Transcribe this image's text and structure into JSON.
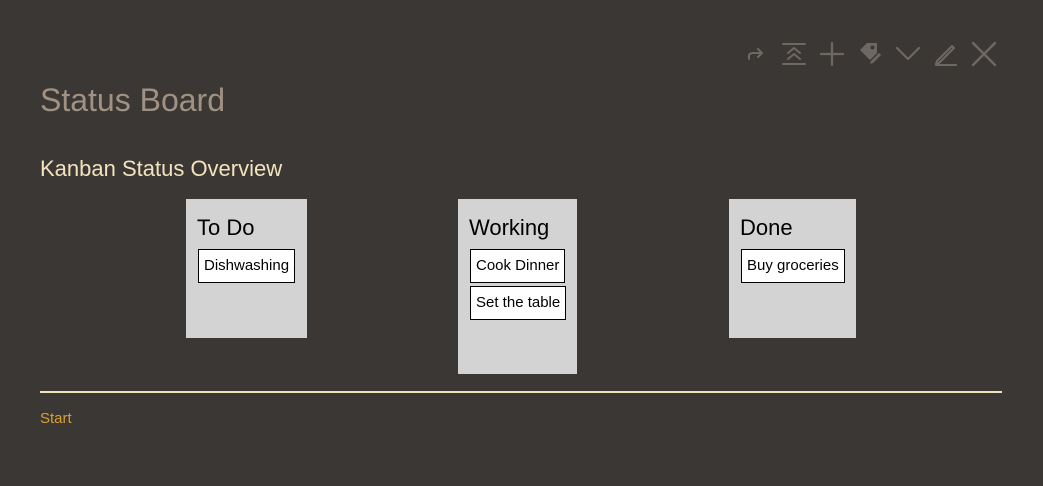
{
  "header": {
    "title": "Status Board"
  },
  "toolbar": {
    "icon_color": "#6e6862",
    "icons": [
      "share-icon",
      "collapse-to-top-icon",
      "add-icon",
      "tag-edit-icon",
      "chevron-down-icon",
      "pencil-icon",
      "close-icon"
    ]
  },
  "board": {
    "title": "Kanban Status Overview",
    "columns": [
      {
        "name": "To Do",
        "cards": [
          "Dishwashing"
        ]
      },
      {
        "name": "Working",
        "cards": [
          "Cook Dinner",
          "Set the table"
        ]
      },
      {
        "name": "Done",
        "cards": [
          "Buy groceries"
        ]
      }
    ]
  },
  "footer": {
    "link_label": "Start"
  },
  "colors": {
    "background": "#3b3734",
    "title": "#a09282",
    "section_title": "#f2e3bd",
    "column_bg": "#d3d3d3",
    "divider": "#f2e3bd",
    "link": "#d9a030"
  }
}
